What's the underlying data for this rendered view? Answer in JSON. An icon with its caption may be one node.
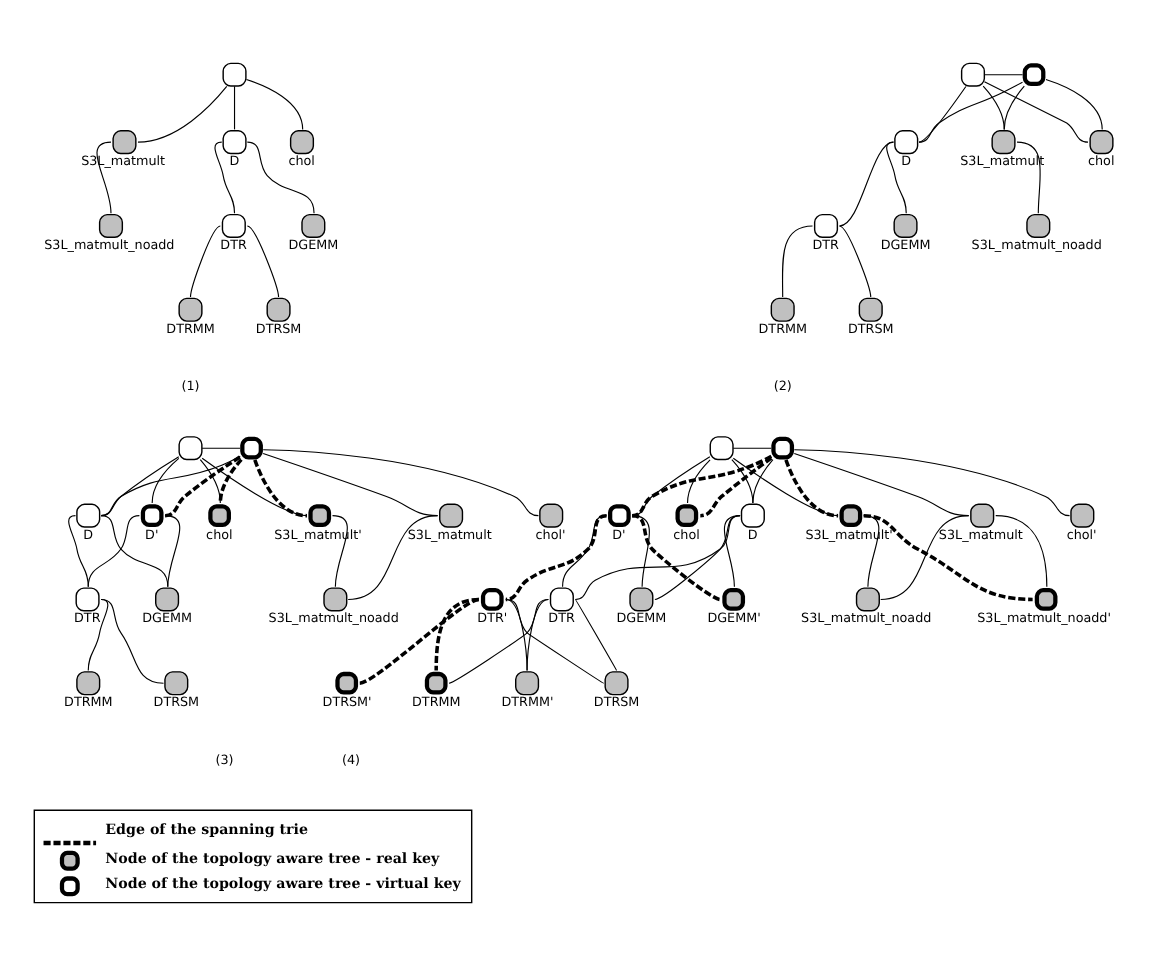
{
  "diagram": {
    "nodes": [
      {
        "text": [],
        "shape": "circle"
      },
      {
        "text": [
          "S3L_matmult"
        ]
      },
      {
        "text": [
          "D"
        ]
      },
      {
        "text": [
          "chol"
        ]
      },
      {
        "text": [
          "S3L_matmult_noadd"
        ]
      },
      {
        "text": [
          "DTR"
        ]
      },
      {
        "text": [
          "DGEMM"
        ]
      },
      {
        "text": [
          "DTRMM"
        ]
      },
      {
        "text": [
          "DTRSM"
        ]
      },
      {
        "text": [],
        "shape": "circle"
      },
      {
        "text": [],
        "shape": "circle"
      },
      {
        "text": [
          "S3L_matmult"
        ]
      },
      {
        "text": [
          "D"
        ]
      },
      {
        "text": [
          "chol"
        ]
      },
      {
        "text": [
          "S3L_matmult_noadd"
        ]
      },
      {
        "text": [
          "DTR"
        ]
      },
      {
        "text": [
          "DGEMM"
        ]
      },
      {
        "text": [
          "DTRMM"
        ]
      },
      {
        "text": [
          "DTRSM"
        ]
      },
      {
        "text": [],
        "shape": "circle"
      },
      {
        "text": [],
        "shape": "circle"
      },
      {
        "text": [
          "S3L_matmult'"
        ]
      },
      {
        "text": [
          "D"
        ]
      },
      {
        "text": [
          "D'"
        ]
      },
      {
        "text": [
          "chol"
        ]
      },
      {
        "text": [
          "chol'"
        ]
      },
      {
        "text": [
          "S3L_matmult"
        ]
      },
      {
        "text": [
          "DTR"
        ]
      },
      {
        "text": [
          "DGEMM"
        ]
      },
      {
        "text": [
          "S3L_matmult_noadd"
        ]
      },
      {
        "text": [
          "DTRMM"
        ]
      },
      {
        "text": [
          "DTRSM"
        ]
      },
      {
        "text": [],
        "shape": "circle"
      },
      {
        "text": [],
        "shape": "circle"
      },
      {
        "text": [
          "S3L_matmult'"
        ]
      },
      {
        "text": [
          "S3L_matmult"
        ]
      },
      {
        "text": [
          "D"
        ]
      },
      {
        "text": [
          "D'"
        ]
      },
      {
        "text": [
          "chol"
        ]
      },
      {
        "text": [
          "chol'"
        ]
      },
      {
        "text": [
          "S3L_matmult_noadd'"
        ]
      },
      {
        "text": [
          "DTR'"
        ]
      },
      {
        "text": [
          "DTR"
        ]
      },
      {
        "text": [
          "DGEMM"
        ]
      },
      {
        "text": [
          "DGEMM'"
        ]
      },
      {
        "text": [
          "S3L_matmult_noadd"
        ]
      },
      {
        "text": [
          "DTRMM'"
        ]
      },
      {
        "text": [
          "DTRMM"
        ]
      },
      {
        "text": [
          "DTRSM"
        ]
      },
      {
        "text": [
          "DTRSM'"
        ]
      }
    ],
    "edges": [
      {
        "from": 0,
        "to": 1,
        "arrow": "none"
      },
      {
        "from": 0,
        "to": 2,
        "arrow": "none"
      },
      {
        "from": 0,
        "to": 3,
        "arrow": "none"
      },
      {
        "from": 1,
        "to": 4,
        "arrow": "none"
      },
      {
        "from": 2,
        "to": 5,
        "arrow": "none"
      },
      {
        "from": 2,
        "to": 6,
        "arrow": "none"
      },
      {
        "from": 5,
        "to": 7,
        "arrow": "none"
      },
      {
        "from": 5,
        "to": 8,
        "arrow": "none"
      },
      {
        "from": 9,
        "to": 10,
        "arrow": "none"
      },
      {
        "from": 9,
        "to": 11,
        "arrow": "none"
      },
      {
        "from": 9,
        "to": 12,
        "arrow": "none"
      },
      {
        "from": 9,
        "to": 13,
        "arrow": "none"
      },
      {
        "from": 10,
        "to": 11,
        "arrow": "none"
      },
      {
        "from": 10,
        "to": 12,
        "arrow": "none"
      },
      {
        "from": 10,
        "to": 13,
        "arrow": "none"
      },
      {
        "from": 11,
        "to": 14,
        "arrow": "none"
      },
      {
        "from": 12,
        "to": 15,
        "arrow": "none"
      },
      {
        "from": 12,
        "to": 16,
        "arrow": "none"
      },
      {
        "from": 15,
        "to": 17,
        "arrow": "none"
      },
      {
        "from": 15,
        "to": 18,
        "arrow": "none"
      },
      {
        "from": 19,
        "to": 20,
        "arrow": "none"
      },
      {
        "from": 19,
        "to": 21,
        "arrow": "none"
      },
      {
        "from": 19,
        "to": 22,
        "arrow": "none"
      },
      {
        "from": 19,
        "to": 23,
        "arrow": "none"
      },
      {
        "from": 19,
        "to": 24,
        "arrow": "none"
      },
      {
        "from": 20,
        "to": 26,
        "arrow": "none"
      },
      {
        "from": 20,
        "to": 22,
        "arrow": "none"
      },
      {
        "from": 20,
        "to": 25,
        "arrow": "none"
      },
      {
        "from": 20,
        "to": 21,
        "arrow": "none",
        "style": "dashed"
      },
      {
        "from": 20,
        "to": 23,
        "arrow": "none",
        "style": "dashed"
      },
      {
        "from": 20,
        "to": 24,
        "arrow": "none",
        "style": "dashed"
      },
      {
        "from": 21,
        "to": 29,
        "arrow": "none"
      },
      {
        "from": 26,
        "to": 29,
        "arrow": "none"
      },
      {
        "from": 22,
        "to": 27,
        "arrow": "none"
      },
      {
        "from": 22,
        "to": 28,
        "arrow": "none"
      },
      {
        "from": 23,
        "to": 27,
        "arrow": "none"
      },
      {
        "from": 23,
        "to": 28,
        "arrow": "none"
      },
      {
        "from": 27,
        "to": 30,
        "arrow": "none"
      },
      {
        "from": 27,
        "to": 31,
        "arrow": "none"
      },
      {
        "from": 32,
        "to": 33,
        "arrow": "none"
      },
      {
        "from": 32,
        "to": 34,
        "arrow": "none"
      },
      {
        "from": 32,
        "to": 36,
        "arrow": "none"
      },
      {
        "from": 32,
        "to": 37,
        "arrow": "none"
      },
      {
        "from": 32,
        "to": 38,
        "arrow": "none"
      },
      {
        "from": 33,
        "to": 35,
        "arrow": "none"
      },
      {
        "from": 33,
        "to": 36,
        "arrow": "none"
      },
      {
        "from": 33,
        "to": 39,
        "arrow": "none"
      },
      {
        "from": 33,
        "to": 34,
        "arrow": "none",
        "style": "dashed"
      },
      {
        "from": 33,
        "to": 37,
        "arrow": "none",
        "style": "dashed"
      },
      {
        "from": 33,
        "to": 38,
        "arrow": "none",
        "style": "dashed"
      },
      {
        "from": 34,
        "to": 40,
        "arrow": "none",
        "style": "dashed"
      },
      {
        "from": 34,
        "to": 45,
        "arrow": "none"
      },
      {
        "from": 35,
        "to": 40,
        "arrow": "none"
      },
      {
        "from": 35,
        "to": 45,
        "arrow": "none"
      },
      {
        "from": 36,
        "to": 42,
        "arrow": "none"
      },
      {
        "from": 36,
        "to": 43,
        "arrow": "none"
      },
      {
        "from": 36,
        "to": 44,
        "arrow": "none"
      },
      {
        "from": 37,
        "to": 42,
        "arrow": "none"
      },
      {
        "from": 37,
        "to": 43,
        "arrow": "none"
      },
      {
        "from": 37,
        "to": 41,
        "arrow": "none",
        "style": "dashed"
      },
      {
        "from": 37,
        "to": 44,
        "arrow": "none",
        "style": "dashed"
      },
      {
        "from": 41,
        "to": 46,
        "arrow": "none"
      },
      {
        "from": 41,
        "to": 48,
        "arrow": "none"
      },
      {
        "from": 41,
        "to": 47,
        "arrow": "none",
        "style": "dashed"
      },
      {
        "from": 41,
        "to": 49,
        "arrow": "none",
        "style": "dashed"
      },
      {
        "from": 42,
        "to": 46,
        "arrow": "none"
      },
      {
        "from": 42,
        "to": 47,
        "arrow": "none"
      },
      {
        "from": 42,
        "to": 48,
        "arrow": "none"
      }
    ],
    "labels": [
      "(1)",
      "(2)",
      "(3)",
      "(4)"
    ],
    "legend": [
      {
        "text": "Edge of the spanning trie"
      },
      {
        "text": "Node of the topology aware tree - real key"
      },
      {
        "text": "Node of the topology aware tree - virtual key"
      }
    ]
  }
}
